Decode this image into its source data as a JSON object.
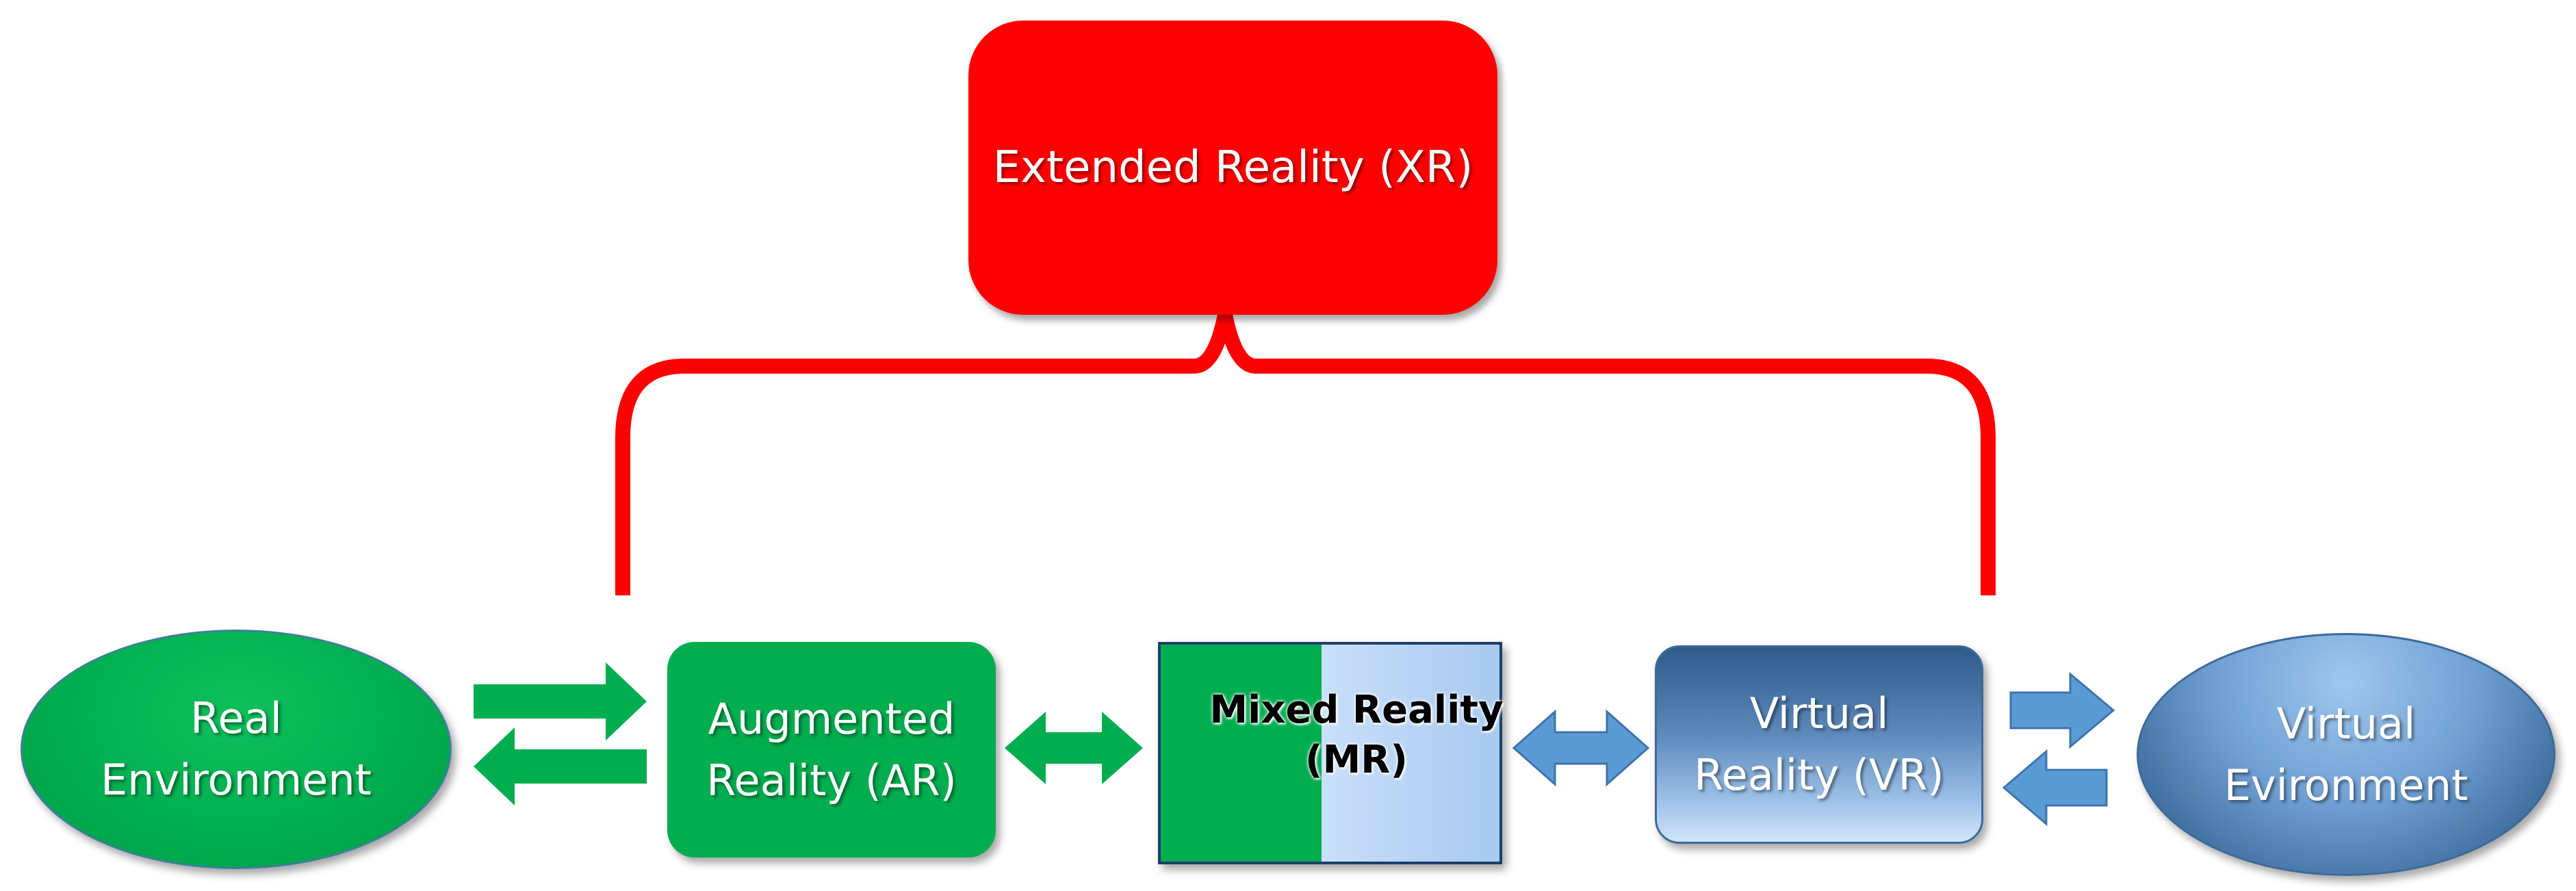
{
  "nodes": {
    "xr": "Extended Reality (XR)",
    "real_environment": "Real\nEnvironment",
    "ar": "Augmented\nReality (AR)",
    "mr": "Mixed Reality\n(MR)",
    "vr": "Virtual\nReality (VR)",
    "virtual_environment": "Virtual\nEvironment"
  },
  "colors": {
    "xr_red": "#ff0000",
    "green": "#00ad4f",
    "blue_arrow": "#5b9bd5",
    "navy_border": "#1f3f66"
  }
}
